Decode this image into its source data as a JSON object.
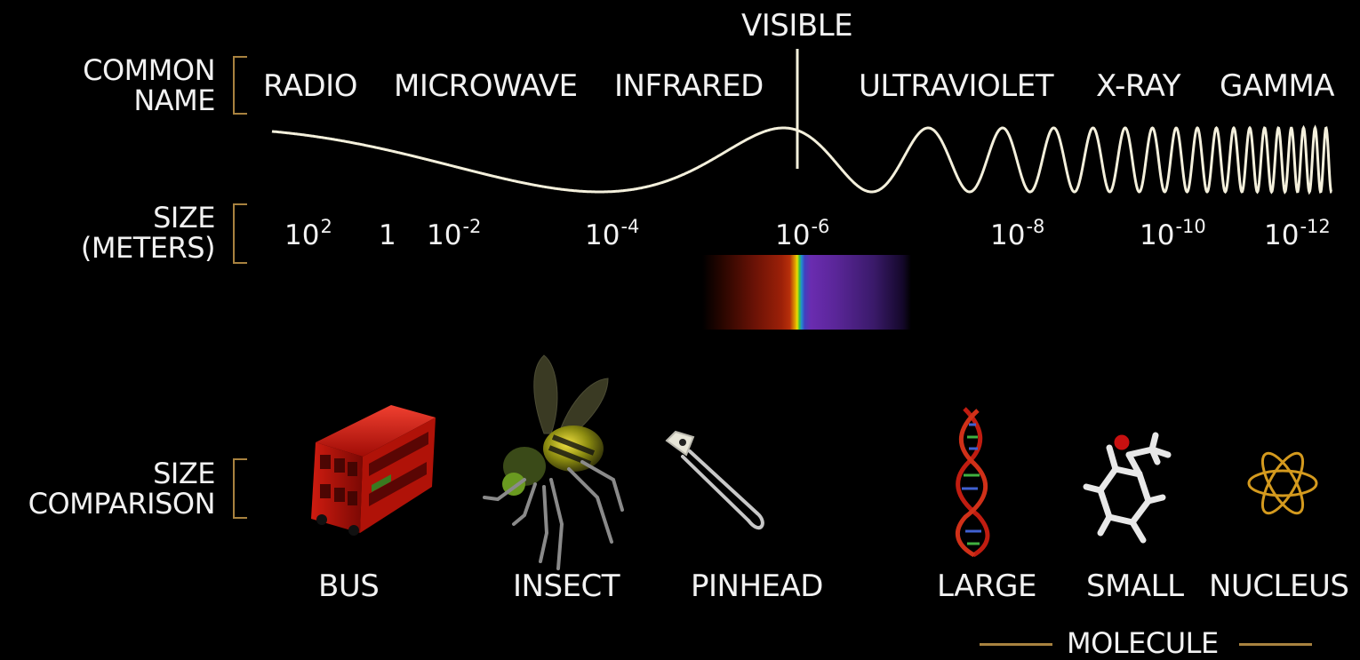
{
  "row_labels": {
    "common_name": [
      "COMMON",
      "NAME"
    ],
    "size": [
      "SIZE",
      "(METERS)"
    ],
    "comparison": [
      "SIZE",
      "COMPARISON"
    ]
  },
  "visible_label": "VISIBLE",
  "common_names": [
    "RADIO",
    "MICROWAVE",
    "INFRARED",
    "ULTRAVIOLET",
    "X-RAY",
    "GAMMA"
  ],
  "size_ticks": [
    {
      "base": "10",
      "exp": "2"
    },
    {
      "base": "1",
      "exp": ""
    },
    {
      "base": "10",
      "exp": "-2"
    },
    {
      "base": "10",
      "exp": "-4"
    },
    {
      "base": "10",
      "exp": "-6"
    },
    {
      "base": "10",
      "exp": "-8"
    },
    {
      "base": "10",
      "exp": "-10"
    },
    {
      "base": "10",
      "exp": "-12"
    }
  ],
  "comparisons": [
    "BUS",
    "INSECT",
    "PINHEAD",
    "LARGE",
    "SMALL",
    "NUCLEUS"
  ],
  "molecule_label": "MOLECULE",
  "colors": {
    "background": "#000000",
    "text": "#f2f2f2",
    "bracket": "#a8823f",
    "wave": "#f4f0dc",
    "bus": "#c8140a",
    "dna": "#c01c10",
    "atom": "#d49a1e"
  },
  "icons": [
    "bus-icon",
    "insect-icon",
    "safety-pin-icon",
    "dna-helix-icon",
    "small-molecule-icon",
    "atom-nucleus-icon"
  ]
}
